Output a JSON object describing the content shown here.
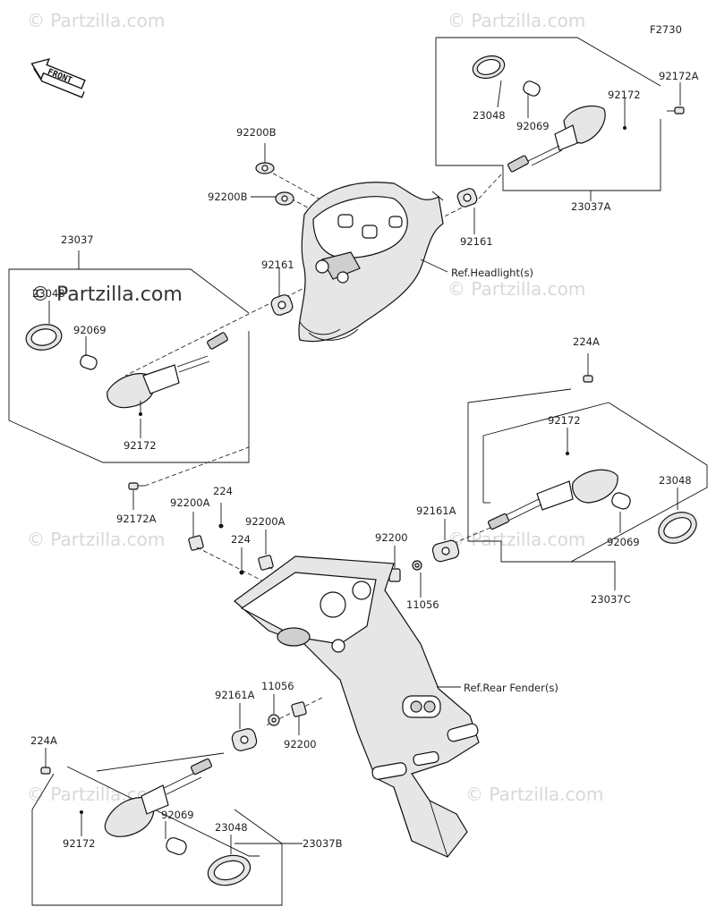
{
  "figure_code": "F2730",
  "front_label": "FRONT",
  "watermarks": {
    "main": "© Partzilla.com",
    "faint": "© Partzilla.com"
  },
  "labels": {
    "l_92172A_top": "92172A",
    "l_92172_top": "92172",
    "l_23048_top": "23048",
    "l_92069_top": "92069",
    "l_23037A": "23037A",
    "l_92161_right": "92161",
    "l_92200B_1": "92200B",
    "l_92200B_2": "92200B",
    "l_92161_left": "92161",
    "l_23037": "23037",
    "l_23048_left": "23048",
    "l_92069_left": "92069",
    "l_92172_left": "92172",
    "l_92172A_left": "92172A",
    "l_ref_headlight": "Ref.Headlight(s)",
    "l_224A_right": "224A",
    "l_92172_right": "92172",
    "l_23048_right": "23048",
    "l_92161A_right": "92161A",
    "l_92069_right": "92069",
    "l_23037C": "23037C",
    "l_92200A_1": "92200A",
    "l_224_1": "224",
    "l_92200A_2": "92200A",
    "l_224_2": "224",
    "l_92200_right": "92200",
    "l_11056_right": "11056",
    "l_ref_rear_fender": "Ref.Rear Fender(s)",
    "l_11056_left": "11056",
    "l_92161A_left": "92161A",
    "l_92200_left": "92200",
    "l_224A_left": "224A",
    "l_92069_bottom": "92069",
    "l_23048_bottom": "23048",
    "l_92172_bottom": "92172",
    "l_23037B": "23037B"
  }
}
